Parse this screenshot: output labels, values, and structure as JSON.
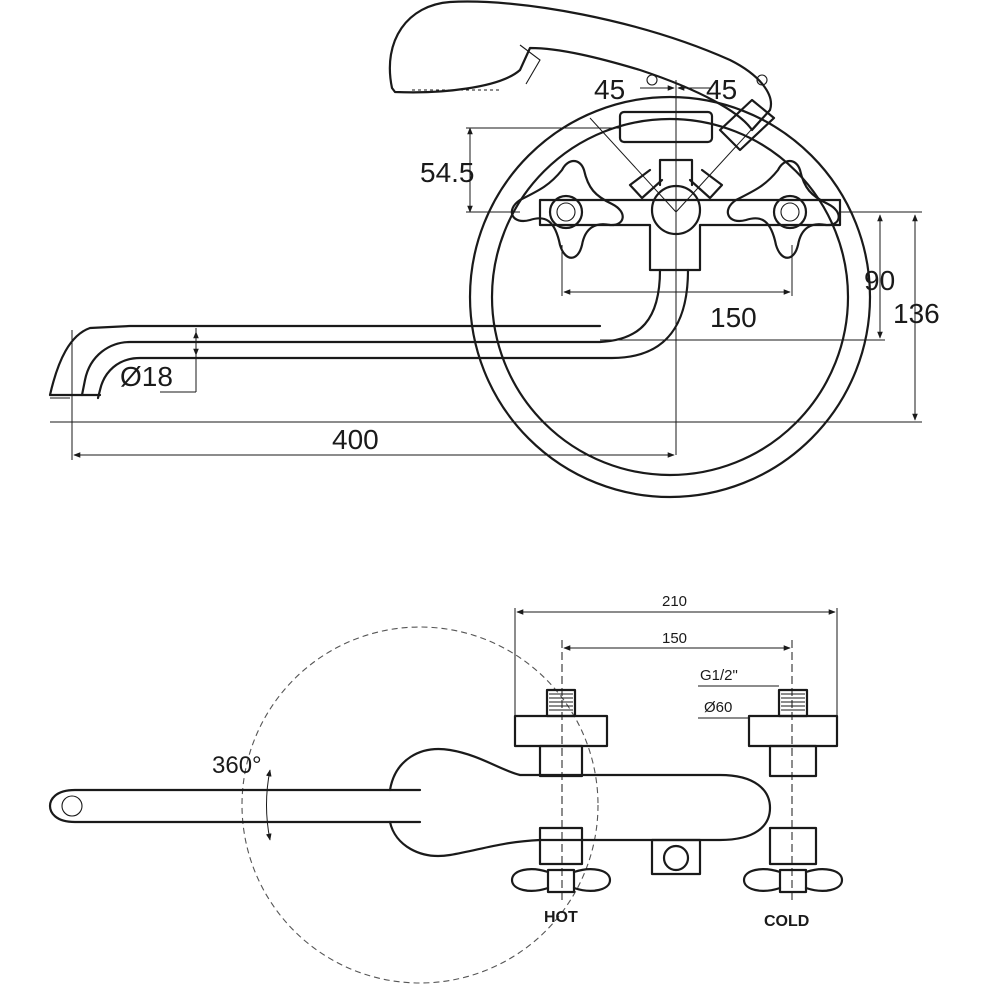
{
  "top_view": {
    "dims": {
      "angle_left": "45",
      "angle_right": "45",
      "height_offset": "54.5",
      "height_90": "90",
      "height_136": "136",
      "spacing": "150",
      "spout_diameter": "Ø18",
      "spout_length": "400"
    }
  },
  "bottom_view": {
    "dims": {
      "width_210": "210",
      "spacing_150": "150",
      "thread": "G1/2\"",
      "flange_diameter": "Ø60",
      "rotation": "360°"
    },
    "labels": {
      "hot": "HOT",
      "cold": "COLD"
    }
  }
}
